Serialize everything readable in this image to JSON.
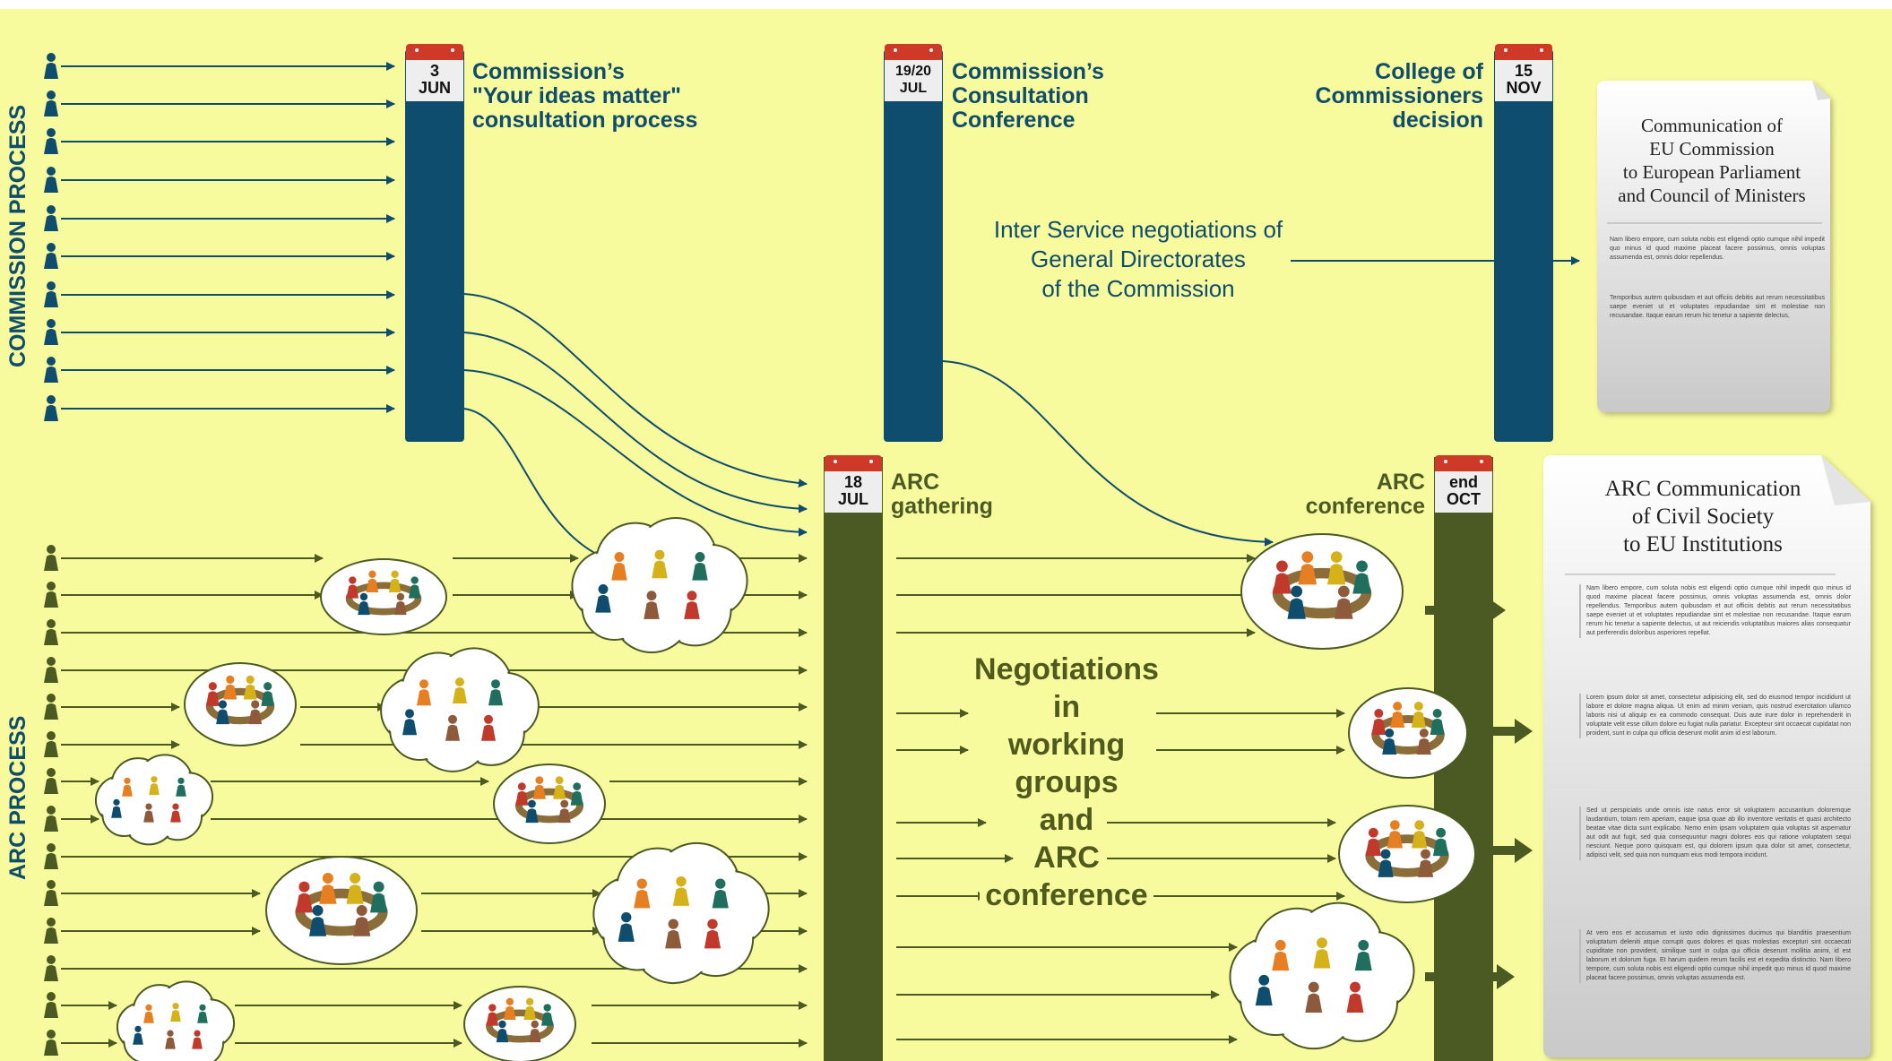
{
  "side_labels": {
    "commission": "COMMISSION PROCESS",
    "arc": "ARC PROCESS"
  },
  "calendars": {
    "jun": {
      "day": "3",
      "month": "JUN"
    },
    "jul1920": {
      "day": "19/20",
      "month": "JUL"
    },
    "nov": {
      "day": "15",
      "month": "NOV"
    },
    "jul18": {
      "day": "18",
      "month": "JUL"
    },
    "oct": {
      "day": "end",
      "month": "OCT"
    }
  },
  "labels": {
    "ideas": [
      "Commission’s",
      "\"Your ideas matter\"",
      "consultation process"
    ],
    "consultation": [
      "Commission’s",
      "Consultation",
      "Conference"
    ],
    "college": [
      "College of",
      "Commissioners",
      "decision"
    ],
    "arc_gathering": [
      "ARC",
      "gathering"
    ],
    "arc_conference": [
      "ARC",
      "conference"
    ]
  },
  "inter_service": [
    "Inter Service negotiations of",
    "General Directorates",
    "of the Commission"
  ],
  "negotiations": [
    "Negotiations",
    "in",
    "working",
    "groups",
    "and",
    "ARC",
    "conference"
  ],
  "doc1": {
    "title": [
      "Communication of",
      "EU Commission",
      "to European Parliament",
      "and Council of Ministers"
    ],
    "paragraphs": [
      "Nam libero empore, cum soluta nobis est eligendi optio cumque nihil impedit quo minus id quod maxime placeat facere possimus, omnis voluptas assumenda est, omnis dolor repellendus.",
      "Temporibus autem quibusdam et aut officiis debitis aut rerum necessitatibus saepe eveniet ut et voluptates repudiandae sint et molestiae non recusandae. Itaque earum rerum hic tenetur a sapiente delectus,"
    ]
  },
  "doc2": {
    "title": [
      "ARC Communication",
      "of Civil Society",
      "to EU Institutions"
    ],
    "paragraphs": [
      "Nam libero empore, cum soluta nobis est eligendi optio cumque nihil impedit quo minus id quod maxime placeat facere possimus, omnis voluptas assumenda est, omnis dolor repellendus. Temporibus autem quibusdam et aut officiis debitis aut rerum necessitatibus saepe eveniet ut et voluptates repudiandae sint et molestiae non recusandae. Itaque earum rerum hic tenetur a sapiente delectus, ut aut reiciendis voluptatibus maiores alias consequatur aut perferendis doloribus asperiores repellat.",
      "Lorem ipsum dolor sit amet, consectetur adipisicing elit, sed do eiusmod tempor incididunt ut labore et dolore magna aliqua. Ut enim ad minim veniam, quis nostrud exercitation ullamco laboris nisi ut aliquip ex ea commodo consequat. Duis aute irure dolor in reprehenderit in voluptate velit esse cillum dolore eu fugiat nulla pariatur. Excepteur sint occaecat cupidatat non proident, sunt in culpa qui officia deserunt mollit anim id est laborum.",
      "Sed ut perspiciatis unde omnis iste natus error sit voluptatem accusantium doloremque laudantium, totam rem aperiam, eaque ipsa quae ab illo inventore veritatis et quasi architecto beatae vitae dicta sunt explicabo. Nemo enim ipsam voluptatem quia voluptas sit aspernatur aut odit aut fugit, sed quia consequuntur magni dolores eos qui ratione voluptatem sequi nesciunt. Neque porro quisquam est, qui dolorem ipsum quia dolor sit amet, consectetur, adipisci velit, sed quia non numquam eius modi tempora incidunt.",
      "At vero eos et accusamus et iusto odio dignissimos ducimus qui blanditiis praesentium voluptatum deleniti atque corrupti quos dolores et quas molestias excepturi sint occaecati cupiditate non provident, similique sunt in culpa qui officia deserunt mollitia animi, id est laborum et dolorum fuga. Et harum quidem rerum facilis est et expedita distinctio. Nam libero tempore, cum soluta nobis est eligendi optio cumque nihil impedit quo minus id quod maxime placeat facere possimus, omnis voluptas assumenda est."
    ]
  },
  "colors": {
    "commission": "#0f4d6e",
    "arc": "#4a5a22",
    "background": "#f8fa9e",
    "calendar_red": "#cf3a28"
  }
}
